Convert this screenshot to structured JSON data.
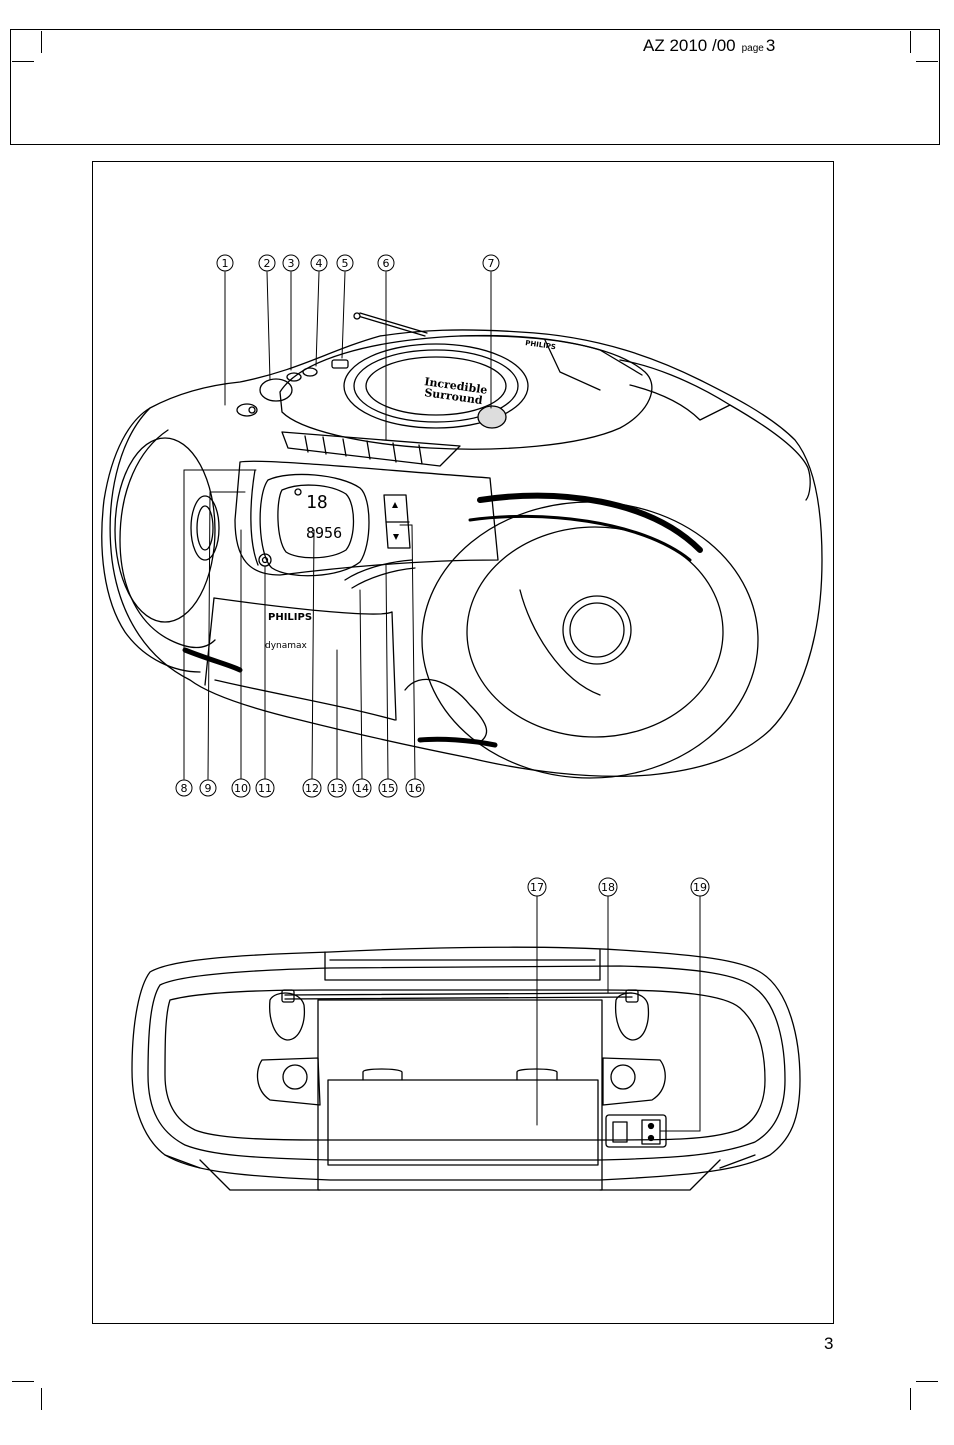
{
  "header": {
    "model": "AZ 2010 /00",
    "page_word": "page",
    "page_number": "3"
  },
  "footer": {
    "page_number": "3"
  },
  "front_view": {
    "brand": "PHILIPS",
    "subbrand": "dynamax",
    "lid_logo": "PHILIPS",
    "lid_text_1": "Incredible",
    "lid_text_2": "Surround",
    "display_track": "18",
    "display_freq": "8956",
    "callouts": [
      "1",
      "2",
      "3",
      "4",
      "5",
      "6",
      "7",
      "8",
      "9",
      "10",
      "11",
      "12",
      "13",
      "14",
      "15",
      "16"
    ]
  },
  "rear_view": {
    "callouts": [
      "17",
      "18",
      "19"
    ]
  }
}
